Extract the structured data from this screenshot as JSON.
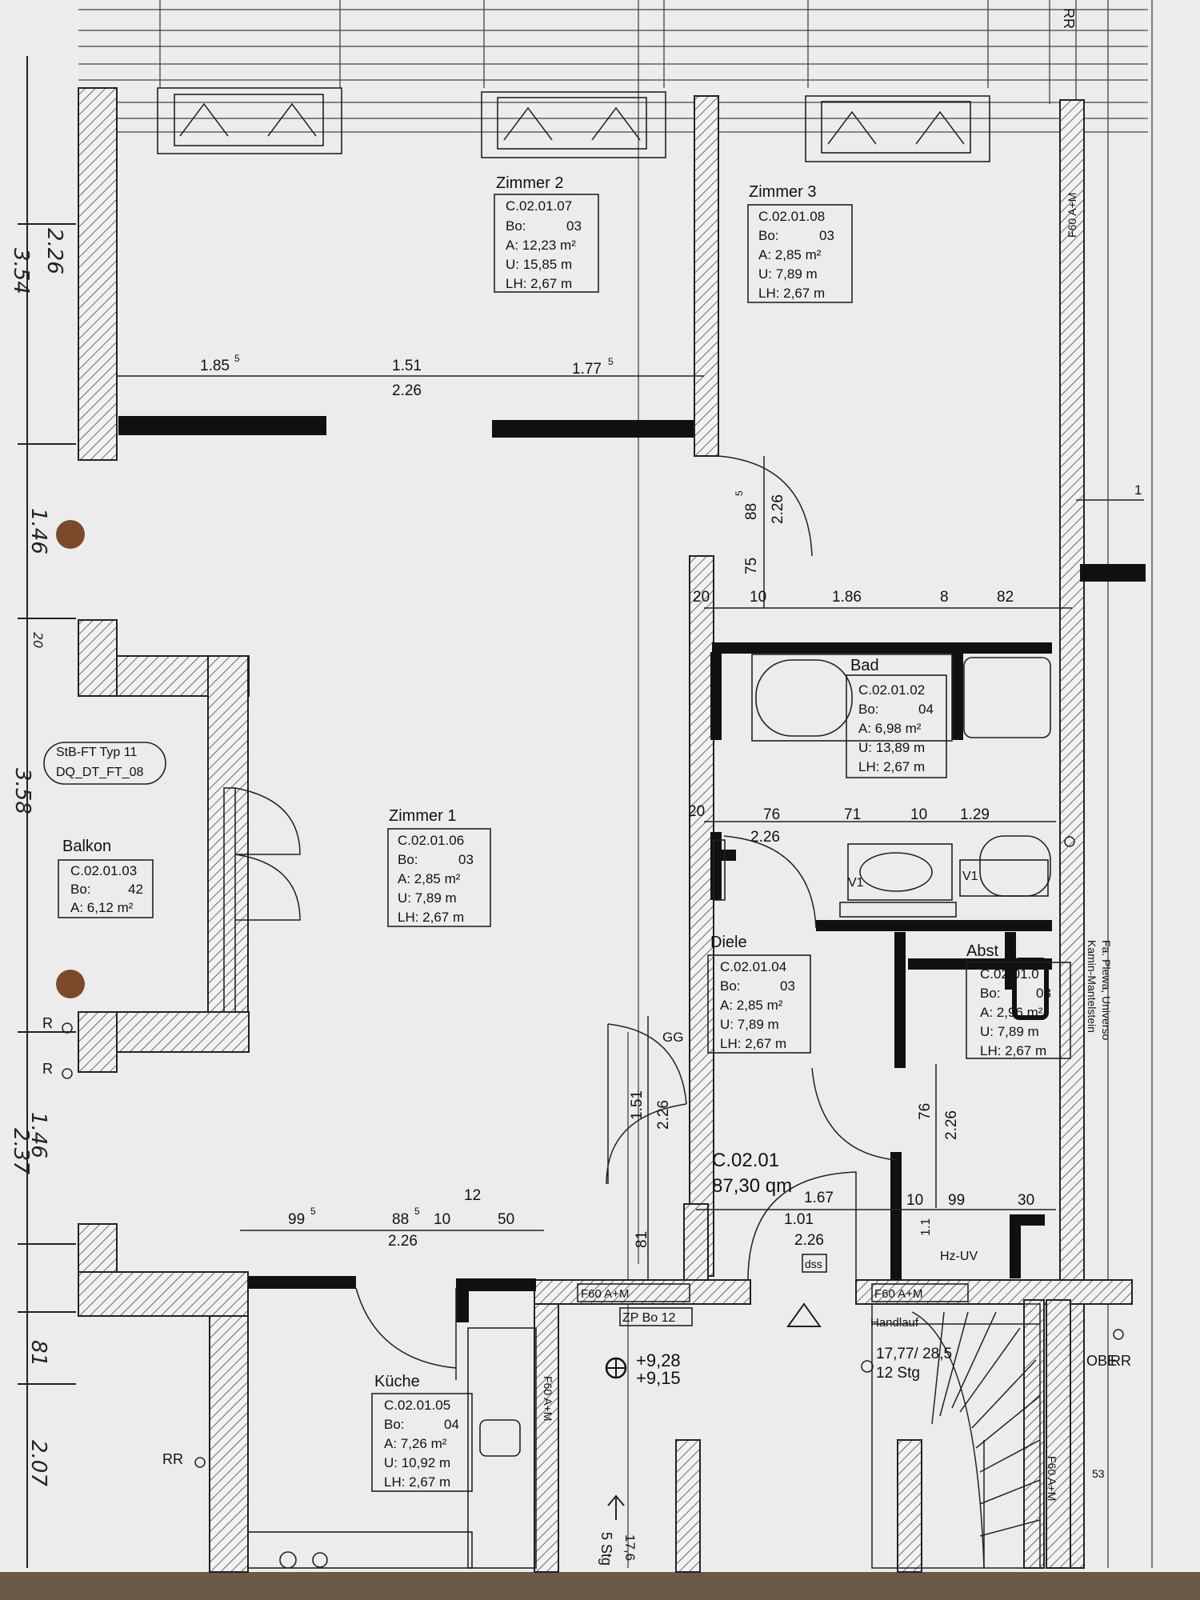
{
  "rooms": {
    "zimmer2": {
      "name": "Zimmer 2",
      "id": "C.02.01.07",
      "bo": "Bo:",
      "bo_val": "03",
      "a": "A:  12,23 m²",
      "u": "U:  15,85 m",
      "lh": "LH: 2,67 m"
    },
    "zimmer3": {
      "name": "Zimmer 3",
      "id": "C.02.01.08",
      "bo": "Bo:",
      "bo_val": "03",
      "a": "A:   2,85 m²",
      "u": "U:   7,89 m",
      "lh": "LH: 2,67 m"
    },
    "zimmer1": {
      "name": "Zimmer 1",
      "id": "C.02.01.06",
      "bo": "Bo:",
      "bo_val": "03",
      "a": "A:   2,85 m²",
      "u": "U:   7,89 m",
      "lh": "LH: 2,67 m"
    },
    "bad": {
      "name": "Bad",
      "id": "C.02.01.02",
      "bo": "Bo:",
      "bo_val": "04",
      "a": "A:   6,98 m²",
      "u": "U:  13,89 m",
      "lh": "LH: 2,67 m"
    },
    "balkon": {
      "name": "Balkon",
      "id": "C.02.01.03",
      "bo": "Bo:",
      "bo_val": "42",
      "a": "A: 6,12 m²"
    },
    "diele": {
      "name": "Diele",
      "id": "C.02.01.04",
      "bo": "Bo:",
      "bo_val": "03",
      "a": "A:   2,85 m²",
      "u": "U:   7,89 m",
      "lh": "LH: 2,67 m"
    },
    "abst": {
      "name": "Abst",
      "id": "C.02.01.0",
      "bo": "Bo:",
      "bo_val": "03",
      "a": "A:   2,96 m²",
      "u": "U:   7,89 m",
      "lh": "LH: 2,67 m"
    },
    "kueche": {
      "name": "Küche",
      "id": "C.02.01.05",
      "bo": "Bo:",
      "bo_val": "04",
      "a": "A:   7,26 m²",
      "u": "U:  10,92 m",
      "lh": "LH: 2,67 m"
    }
  },
  "unit": {
    "id": "C.02.01",
    "area": "87,30 qm"
  },
  "labels": {
    "stb1": "StB-FT Typ 11",
    "stb2": "DQ_DT_FT_08",
    "f60_1": "F60 A+M",
    "f60_2": "F60 A+M",
    "f60_3": "F60 A+M",
    "f60_4": "F60 A+M",
    "f60_5": "F60 A+M",
    "zp": "ZP Bo 12",
    "level1": "+9,28",
    "level2": "+9,15",
    "handlauf": "Handlauf",
    "stair1": "17,77/ 28,5",
    "stair2": "12 Stg",
    "hzuv": "Hz-UV",
    "dss": "dss",
    "gg": "GG",
    "kamin1": "Kamin-Mantelstein",
    "kamin2": "Fa. Plewa, Universo",
    "rr1": "RR",
    "rr2": "RR",
    "r1": "R",
    "r2": "R",
    "obe": "OBE",
    "rr3": "RR",
    "page": "53",
    "top_rr": "RR",
    "one": "1",
    "v1a": "V1",
    "v1b": "V1",
    "stg5": "5 Stg",
    "n176": "17,6"
  },
  "dims": {
    "d1": "1.85",
    "d1s": "5",
    "d2": "1.51",
    "d3": "1.77",
    "d3s": "5",
    "d4": "2.26",
    "d5": "88",
    "d5s": "5",
    "d6": "2.26",
    "d7": "75",
    "d8": "20",
    "d9": "10",
    "d10": "1.86",
    "d11": "8",
    "d12": "82",
    "d13": "20",
    "d14": "76",
    "d15": "71",
    "d16": "10",
    "d17": "1.29",
    "d18": "2.26",
    "d19": "1.51",
    "d20": "2.26",
    "d21": "76",
    "d22": "2.26",
    "d23": "99",
    "d23s": "5",
    "d24": "88",
    "d24s": "5",
    "d25": "10",
    "d26": "12",
    "d27": "50",
    "d28": "2.26",
    "d29": "81",
    "d30": "1.67",
    "d31": "1.01",
    "d32": "2.26",
    "d33": "10",
    "d34": "99",
    "d35": "30",
    "d36": "1.1"
  },
  "hand": {
    "h1": "2.26",
    "h2": "3.54",
    "h3": "1.46",
    "h4": "3.58",
    "h5": "20",
    "h6": "1.46",
    "h7": "2.37",
    "h8": "81",
    "h9": "2.07"
  }
}
